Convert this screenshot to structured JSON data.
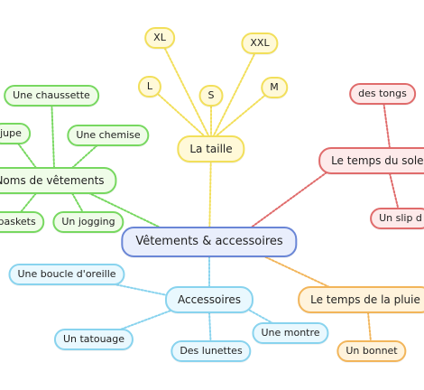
{
  "colors": {
    "center_border": "#6a86d6",
    "center_fill": "#e9eefc",
    "yellow_border": "#f2df5a",
    "yellow_fill": "#fff9d8",
    "green_border": "#77d860",
    "green_fill": "#effce8",
    "red_border": "#e06b6b",
    "red_fill": "#fdeaea",
    "orange_border": "#f2b55a",
    "orange_fill": "#fff3dc",
    "blue_border": "#88d3ee",
    "blue_fill": "#e9f8fe"
  },
  "mindmap": {
    "center": {
      "label": "Vêtements & accessoires"
    },
    "branches": [
      {
        "label": "La taille",
        "children": [
          "XL",
          "XXL",
          "L",
          "S",
          "M"
        ]
      },
      {
        "label": "Noms de vêtements",
        "children": [
          "Une chaussette",
          "jupe",
          "Une chemise",
          "s baskets",
          "Un jogging"
        ]
      },
      {
        "label": "Le temps du solei",
        "children": [
          "des tongs",
          "Un slip d"
        ]
      },
      {
        "label": "Accessoires",
        "children": [
          "Une boucle d'oreille",
          "Un tatouage",
          "Des lunettes",
          "Une montre"
        ]
      },
      {
        "label": "Le temps de la pluie",
        "children": [
          "Un bonnet"
        ]
      }
    ]
  }
}
